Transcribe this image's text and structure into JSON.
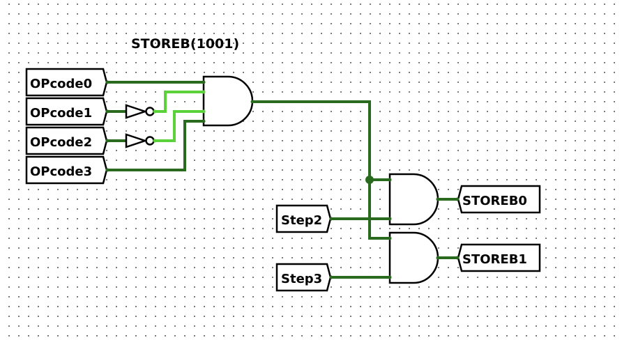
{
  "circuit": {
    "title": "STOREB(1001)",
    "inputs": [
      {
        "label": "OPcode0",
        "inverted": false,
        "signal": "dark"
      },
      {
        "label": "OPcode1",
        "inverted": true,
        "signal": "light"
      },
      {
        "label": "OPcode2",
        "inverted": true,
        "signal": "light"
      },
      {
        "label": "OPcode3",
        "inverted": false,
        "signal": "dark"
      }
    ],
    "step_inputs": [
      {
        "label": "Step2"
      },
      {
        "label": "Step3"
      }
    ],
    "outputs": [
      {
        "label": "STOREB0"
      },
      {
        "label": "STOREB1"
      }
    ],
    "gates": [
      {
        "type": "AND",
        "inputs": 4,
        "name": "decode-and"
      },
      {
        "type": "AND",
        "inputs": 2,
        "name": "storeb0-and"
      },
      {
        "type": "AND",
        "inputs": 2,
        "name": "storeb1-and"
      }
    ],
    "colors": {
      "wire_low": "#2a6a1e",
      "wire_high": "#5bd13a",
      "grid_dot": "#7a7a7a"
    }
  }
}
